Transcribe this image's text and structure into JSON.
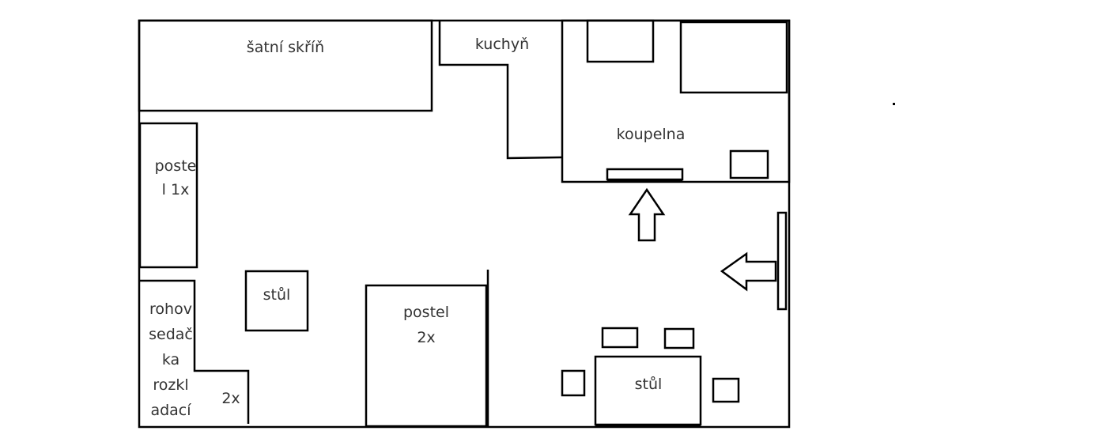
{
  "diagram": {
    "type": "floor-plan",
    "rooms": {
      "wardrobe": "šatní skříň",
      "kitchen": "kuchyň",
      "bathroom": "koupelna"
    },
    "furniture": {
      "bed_single_line1": "poste",
      "bed_single_line2": "l 1x",
      "table_small": "stůl",
      "bed_double_line1": "postel",
      "bed_double_line2": "2x",
      "sofa_line1": "rohov",
      "sofa_line2": "sedač",
      "sofa_line3": "ka",
      "sofa_line4": "rozkl",
      "sofa_line5": "adací",
      "sofa_count": "2x",
      "table_dining": "stůl"
    },
    "arrows": [
      "entrance-arrow-up",
      "entrance-arrow-left"
    ]
  }
}
